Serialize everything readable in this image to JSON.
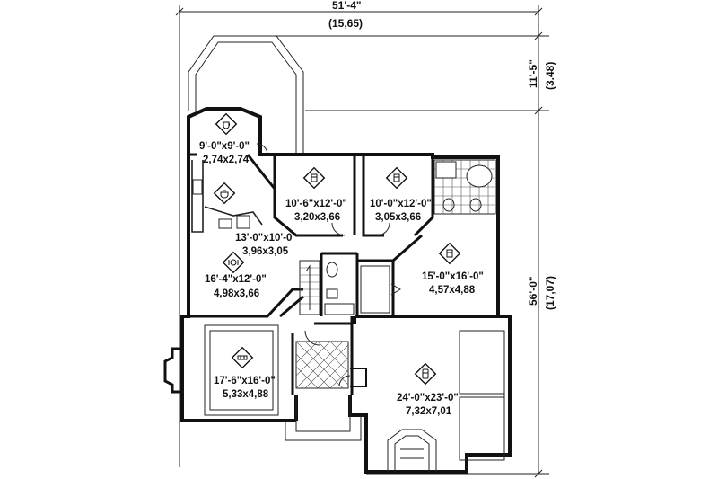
{
  "dimensions": {
    "overall_width_imperial": "51'-4\"",
    "overall_width_metric": "(15,65)",
    "side_upper_imperial": "11'-5\"",
    "side_upper_metric": "(3.48)",
    "side_total_imperial": "56'-0\"",
    "side_total_metric": "(17,07)"
  },
  "rooms": [
    {
      "id": "nook",
      "icon": "coffee-cup-icon",
      "imperial": "9'-0\"x9'-0\"",
      "metric": "2,74x2,74"
    },
    {
      "id": "bedroom-2",
      "icon": "bed-icon",
      "imperial": "10'-6\"x12'-0\"",
      "metric": "3,20x3,66"
    },
    {
      "id": "bedroom-3",
      "icon": "bed-icon",
      "imperial": "10'-0\"x12'-0\"",
      "metric": "3,05x3,66"
    },
    {
      "id": "kitchen",
      "icon": "cooking-pot-icon",
      "imperial": "13'-0\"x10'-0\"",
      "metric": "3,96x3,05"
    },
    {
      "id": "dining",
      "icon": "plate-cutlery-icon",
      "imperial": "16'-4\"x12'-0\"",
      "metric": "4,98x3,66"
    },
    {
      "id": "master-bedroom",
      "icon": "bed-icon",
      "imperial": "15'-0\"x16'-0\"",
      "metric": "4,57x4,88"
    },
    {
      "id": "living-room",
      "icon": "sofa-icon",
      "imperial": "17'-6\"x16'-0\"",
      "metric": "5,33x4,88"
    },
    {
      "id": "garage",
      "icon": "car-icon",
      "imperial": "24'-0\"x23'-0\"",
      "metric": "7,32x7,01"
    }
  ]
}
